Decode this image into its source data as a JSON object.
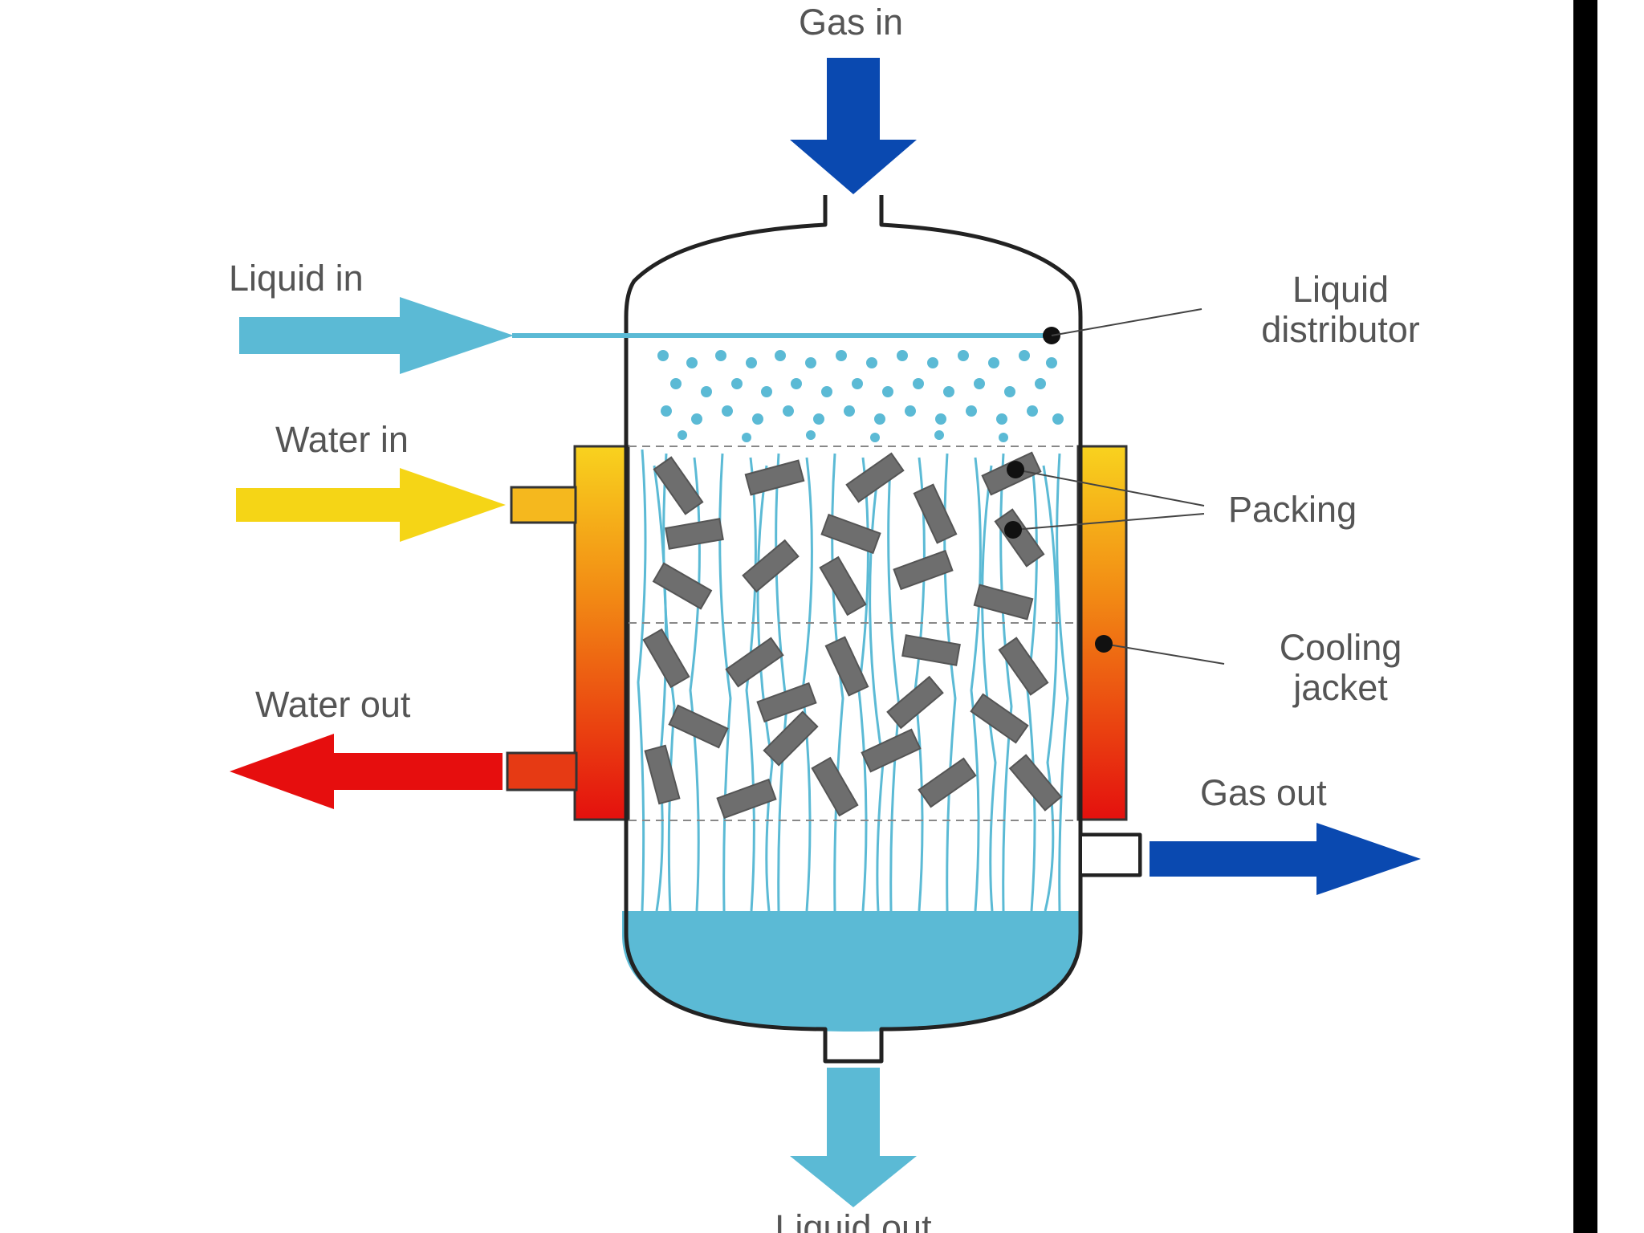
{
  "labels": {
    "gas_in": "Gas in",
    "liquid_in": "Liquid in",
    "liquid_distributor_line1": "Liquid",
    "liquid_distributor_line2": "distributor",
    "water_in": "Water in",
    "packing": "Packing",
    "cooling_jacket_line1": "Cooling",
    "cooling_jacket_line2": "jacket",
    "water_out": "Water out",
    "gas_out": "Gas out",
    "liquid_out": "Liquid out"
  },
  "colors": {
    "gas": "#0a49b0",
    "liquid": "#5bbad5",
    "water_in": "#f5d516",
    "water_out": "#e60e0e",
    "packing": "#6e6e6e",
    "vessel_outline": "#222222",
    "jacket_top": "#f8d21e",
    "jacket_mid": "#f28a14",
    "jacket_bottom": "#e4100e",
    "right_border": "#000000"
  }
}
